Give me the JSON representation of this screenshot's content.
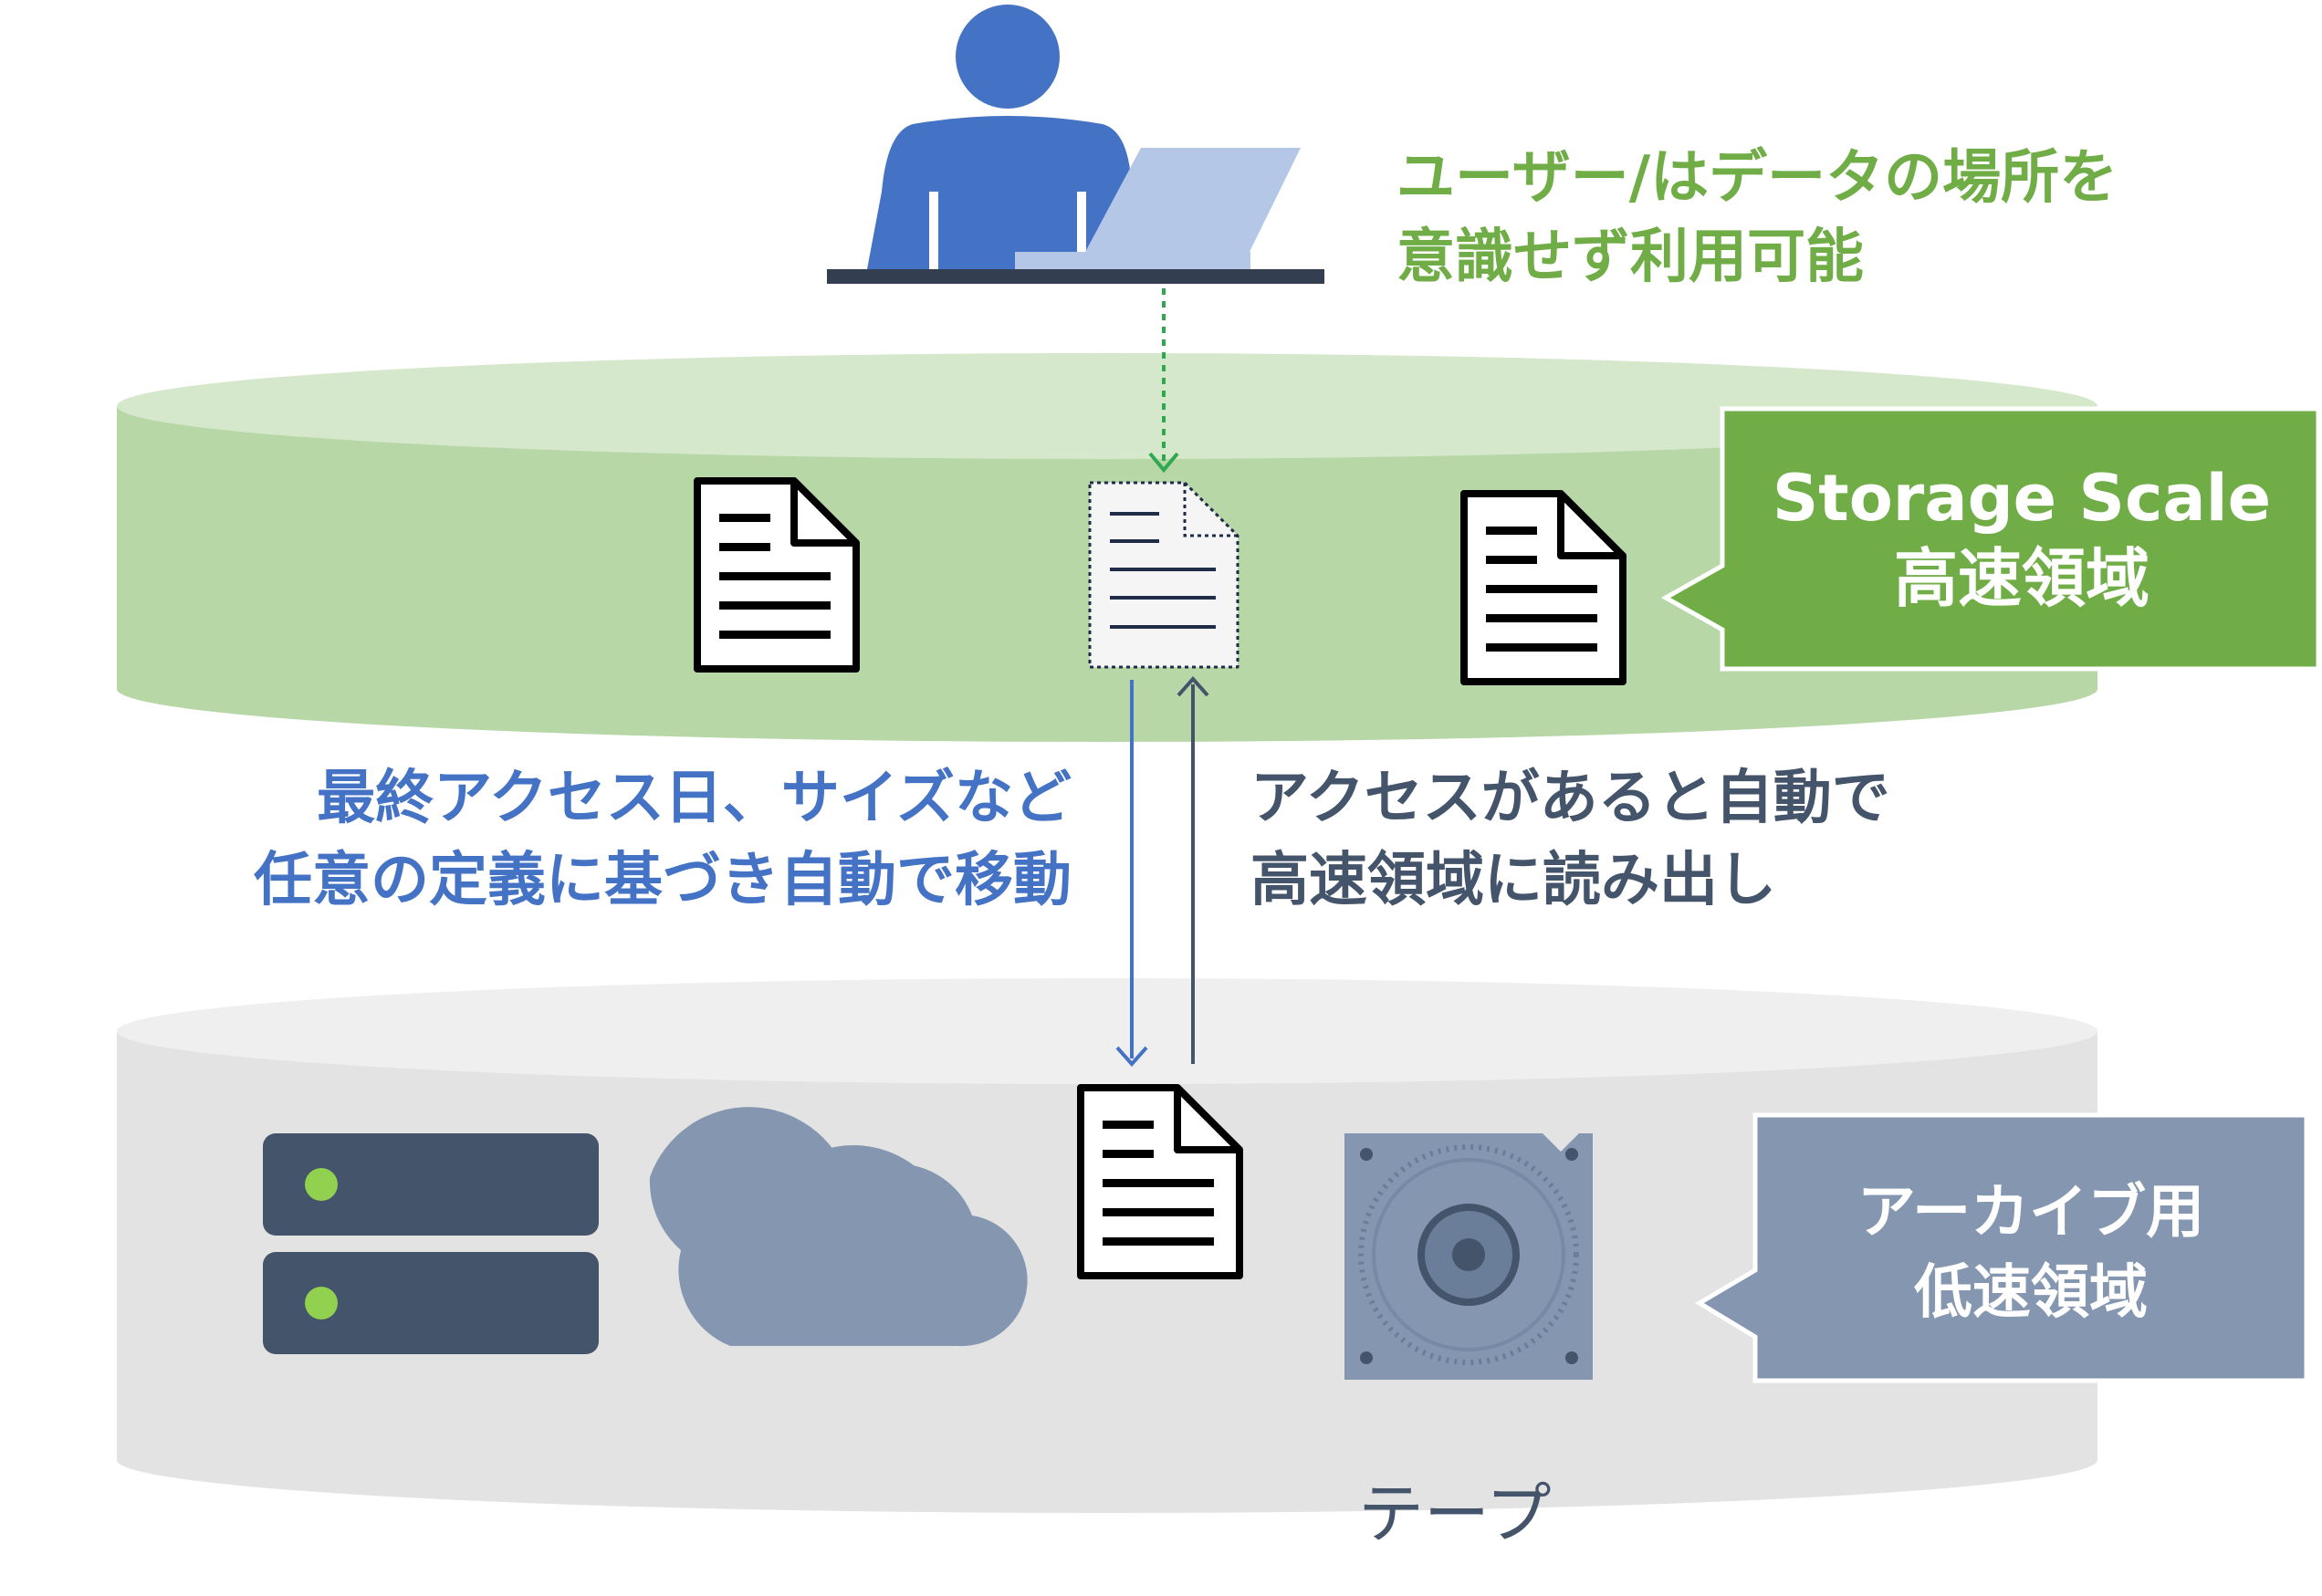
{
  "user_note": {
    "line1": "ユーザー/はデータの場所を",
    "line2": "意識せず利用可能"
  },
  "tier_high": {
    "label_line1": "Storage Scale",
    "label_line2": "高速領域"
  },
  "tier_low": {
    "label_line1": "アーカイブ用",
    "label_line2": "低速領域",
    "bottom_label": "テープ"
  },
  "migrate_note": {
    "line1": "最終アクセス日、サイズなど",
    "line2": "任意の定義に基づき自動で移動"
  },
  "recall_note": {
    "line1": "アクセスがあると自動で",
    "line2": "高速領域に読み出し"
  },
  "colors": {
    "green_accent": "#70ad47",
    "green_top": "#d6e8cc",
    "green_body": "#b7d7a6",
    "gray_top": "#efefef",
    "gray_body": "#e3e3e3",
    "blue_person": "#4472c4",
    "laptop": "#b4c7e7",
    "slate": "#8496b0",
    "dark_slate": "#44546a"
  },
  "icons": [
    "user-icon",
    "laptop-icon",
    "document-icon",
    "server-icon",
    "cloud-icon",
    "tape-drive-icon"
  ]
}
